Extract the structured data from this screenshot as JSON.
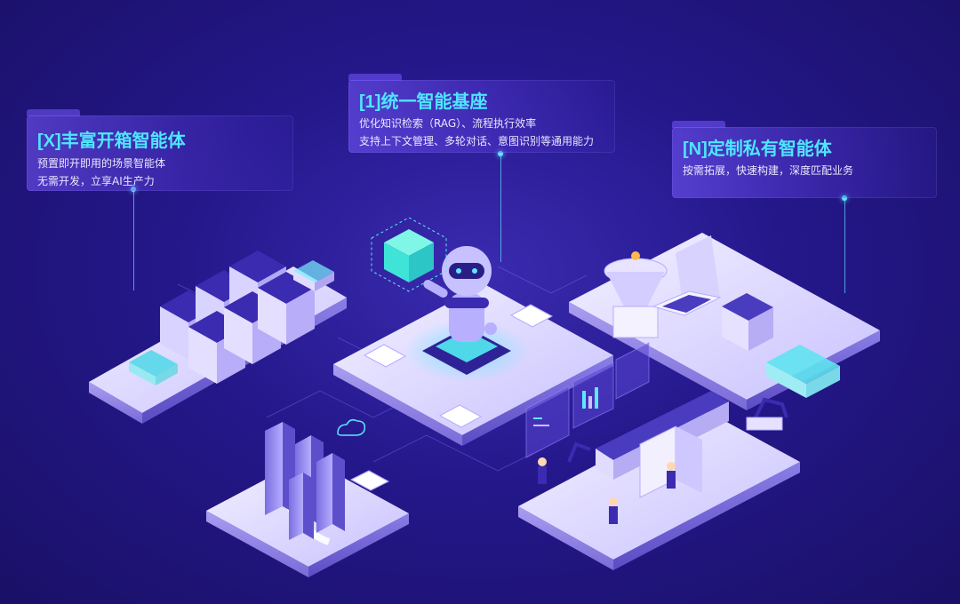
{
  "panels": {
    "left": {
      "title": "[X]丰富开箱智能体",
      "lines": [
        "预置即开即用的场景智能体",
        "无需开发，立享AI生产力"
      ]
    },
    "center": {
      "title": "[1]统一智能基座",
      "lines": [
        "优化知识检索（RAG）、流程执行效率",
        "支持上下文管理、多轮对话、意图识别等通用能力"
      ]
    },
    "right": {
      "title": "[N]定制私有智能体",
      "lines": [
        "按需拓展，快速构建，深度匹配业务"
      ]
    }
  },
  "colors": {
    "background": "#24178a",
    "title_accent": "#4ee6ff",
    "text": "#e9e6ff",
    "platform_top": "#ece8ff",
    "platform_side": "#9a8ee8",
    "cyan": "#3fe3d8"
  }
}
